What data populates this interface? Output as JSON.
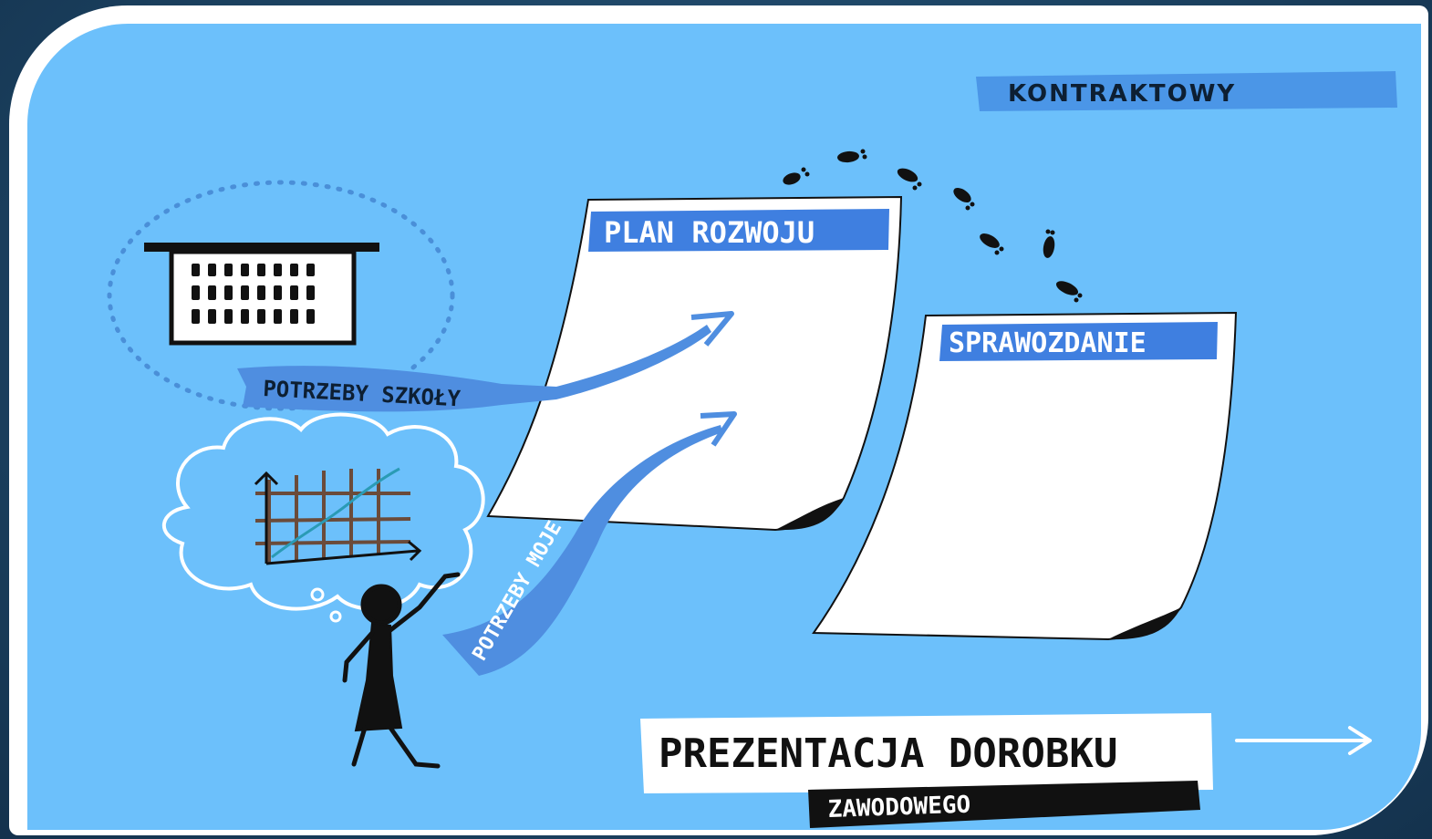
{
  "diagram": {
    "top_tag": "KONTRAKTOWY",
    "doc1_title": "PLAN ROZWOJU",
    "doc2_title": "SPRAWOZDANIE",
    "ribbon_school": "POTRZEBY SZKOŁY",
    "ribbon_mine": "POTRZEBY MOJE",
    "banner_line1": "PREZENTACJA DOROBKU",
    "banner_line2": "ZAWODOWEGO"
  },
  "colors": {
    "canvas": "#6cc0fb",
    "tag": "#4a93e6",
    "ribbon": "#4f8ee0",
    "doc_title_bg": "#3f7fe0",
    "ink": "#111111",
    "paper": "#ffffff"
  },
  "icons": [
    "school-building-icon",
    "chart-icon",
    "thought-cloud-icon",
    "person-icon",
    "footprints-icon",
    "arrow-right-icon"
  ]
}
